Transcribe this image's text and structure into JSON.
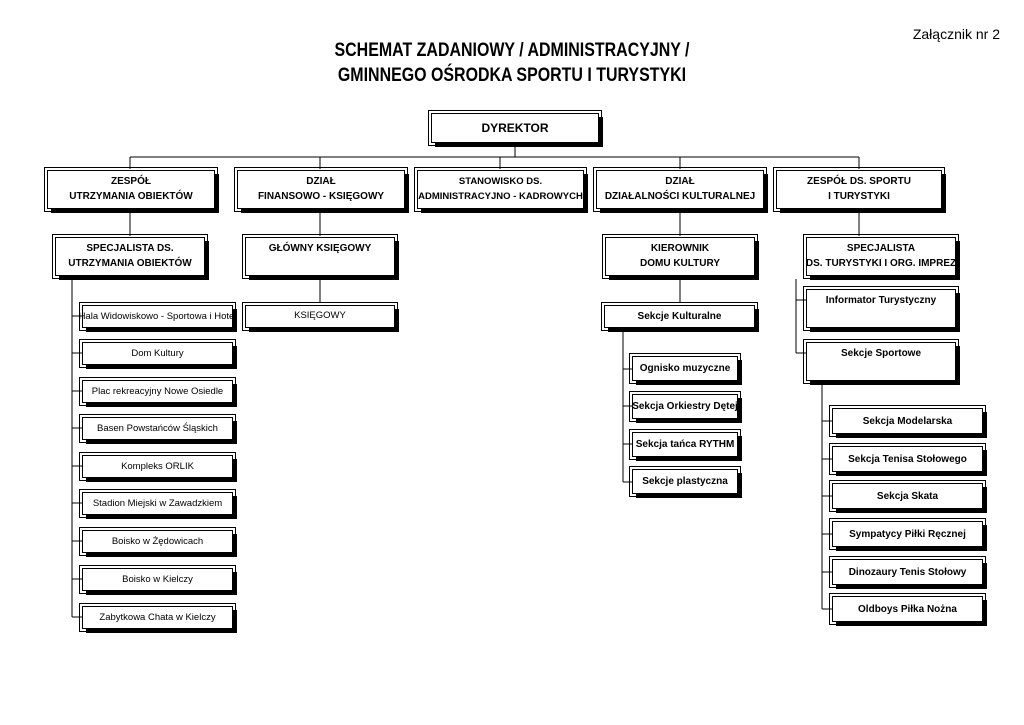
{
  "annex": "Załącznik nr 2",
  "title": [
    "SCHEMAT ZADANIOWY / ADMINISTRACYJNY /",
    "GMINNEGO OŚRODKA SPORTU I TURYSTYKI"
  ],
  "director": "DYREKTOR",
  "departments": [
    [
      "ZESPÓŁ",
      "UTRZYMANIA OBIEKTÓW"
    ],
    [
      "DZIAŁ",
      "FINANSOWO - KSIĘGOWY"
    ],
    [
      "STANOWISKO DS.",
      "ADMINISTRACYJNO - KADROWYCH"
    ],
    [
      "DZIAŁ",
      "DZIAŁALNOŚCI KULTURALNEJ"
    ],
    [
      "ZESPÓŁ DS. SPORTU",
      "I TURYSTYKI"
    ]
  ],
  "maintenance": {
    "specialist": [
      "SPECJALISTA DS.",
      "UTRZYMANIA OBIEKTÓW"
    ],
    "facilities": [
      "Hala Widowiskowo - Sportowa i Hotel",
      "Dom Kultury",
      "Plac rekreacyjny Nowe Osiedle",
      "Basen Powstańców Śląskich",
      "Kompleks ORLIK",
      "Stadion Miejski w Zawadzkiem",
      "Boisko w Żędowicach",
      "Boisko w Kielczy",
      "Zabytkowa Chata w Kielczy"
    ]
  },
  "finance": {
    "chief": "GŁÓWNY KSIĘGOWY",
    "accountant": "KSIĘGOWY"
  },
  "culture": {
    "manager": [
      "KIEROWNIK",
      "DOMU KULTURY"
    ],
    "sections_label": "Sekcje Kulturalne",
    "sections": [
      "Ognisko muzyczne",
      "Sekcja Orkiestry Dętej",
      "Sekcja tańca RYTHM",
      "Sekcje plastyczna"
    ]
  },
  "sport": {
    "specialist": [
      "SPECJALISTA",
      "DS. TURYSTYKI I ORG. IMPREZ"
    ],
    "informator": "Informator Turystyczny",
    "sections_label": "Sekcje Sportowe",
    "sections": [
      "Sekcja Modelarska",
      "Sekcja Tenisa Stołowego",
      "Sekcja Skata",
      "Sympatycy Piłki Ręcznej",
      "Dinozaury Tenis Stołowy",
      "Oldboys Piłka Nożna"
    ]
  }
}
